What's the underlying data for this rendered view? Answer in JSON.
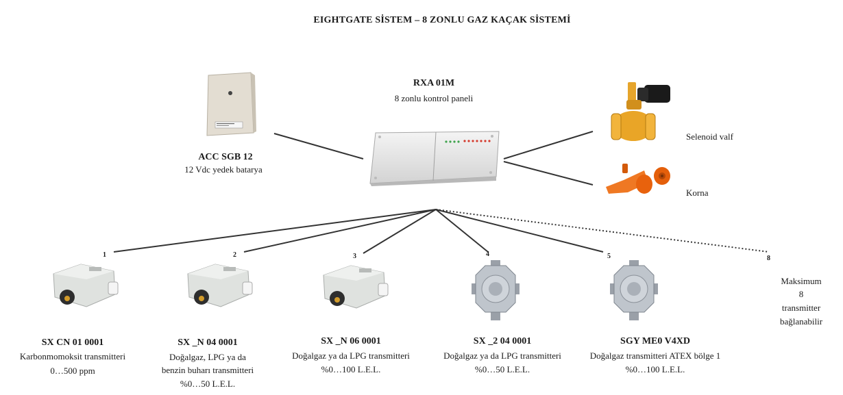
{
  "title": "EIGHTGATE SİSTEM – 8 ZONLU GAZ KAÇAK SİSTEMİ",
  "panel": {
    "model": "RXA 01M",
    "description": "8 zonlu kontrol paneli"
  },
  "battery": {
    "model": "ACC SGB 12",
    "description": "12 Vdc yedek batarya"
  },
  "valve": {
    "label": "Selenoid valf"
  },
  "horn": {
    "label": "Korna"
  },
  "zones": [
    {
      "number": "1",
      "model": "SX CN 01 0001",
      "lines": [
        "Karbonmomoksit transmitteri",
        "0…500 ppm"
      ]
    },
    {
      "number": "2",
      "model": "SX _N 04 0001",
      "lines": [
        "Doğalgaz, LPG ya da",
        "benzin buharı transmitteri",
        "%0…50 L.E.L."
      ]
    },
    {
      "number": "3",
      "model": "SX _N 06 0001",
      "lines": [
        "Doğalgaz ya da LPG transmitteri",
        "%0…100 L.E.L."
      ]
    },
    {
      "number": "4",
      "model": "SX _2 04 0001",
      "lines": [
        "Doğalgaz ya da LPG transmitteri",
        "%0…50 L.E.L."
      ]
    },
    {
      "number": "5",
      "model": "SGY ME0 V4XD",
      "lines": [
        "Doğalgaz transmitteri ATEX bölge 1",
        "%0…100 L.E.L."
      ]
    }
  ],
  "max_zone": {
    "number": "8",
    "lines": [
      "Maksimum",
      "8",
      "transmitter",
      "bağlanabilir"
    ]
  }
}
